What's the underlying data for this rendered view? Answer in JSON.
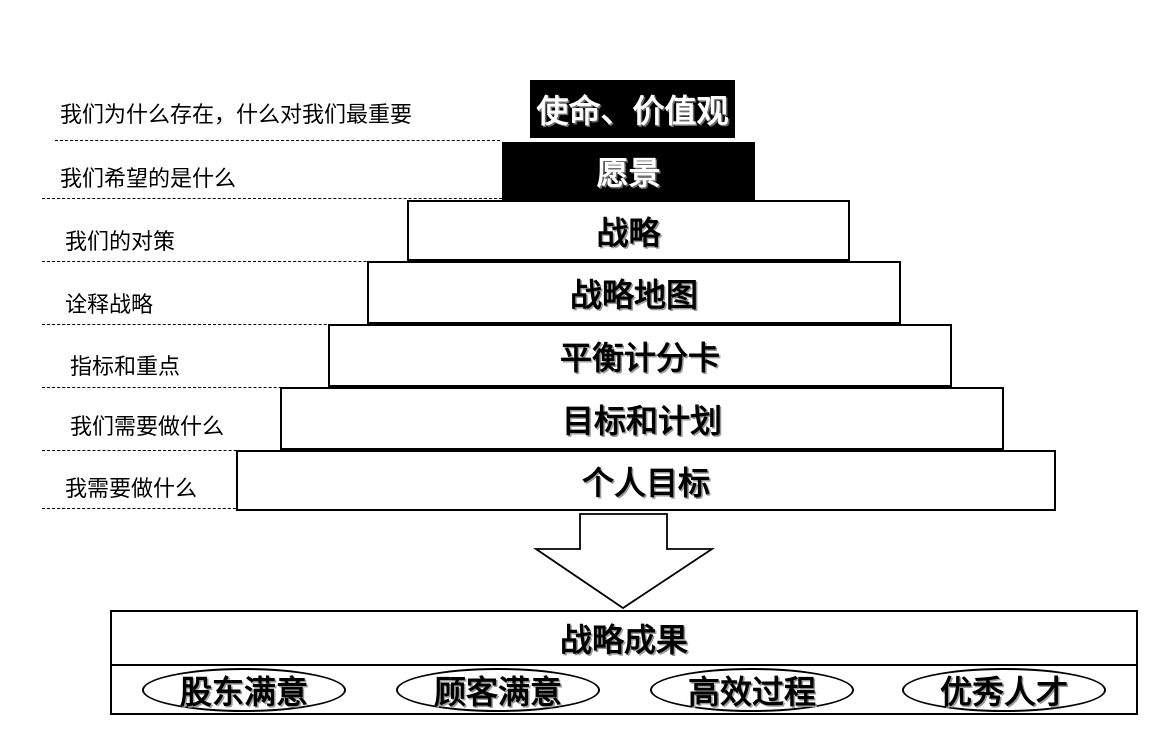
{
  "pyramid": {
    "questions": [
      "我们为什么存在，什么对我们最重要",
      "我们希望的是什么",
      "我们的对策",
      "诠释战略",
      "指标和重点",
      "我们需要做什么",
      "我需要做什么"
    ],
    "tiers": [
      "使命、价值观",
      "愿景",
      "战略",
      "战略地图",
      "平衡计分卡",
      "目标和计划",
      "个人目标"
    ]
  },
  "results": {
    "title": "战略成果",
    "items": [
      "股东满意",
      "顾客满意",
      "高效过程",
      "优秀人才"
    ]
  },
  "colors": {
    "dark_tier_background": "#000000",
    "light_tier_background": "#ffffff",
    "text_shadow": "#9a9a9a"
  }
}
